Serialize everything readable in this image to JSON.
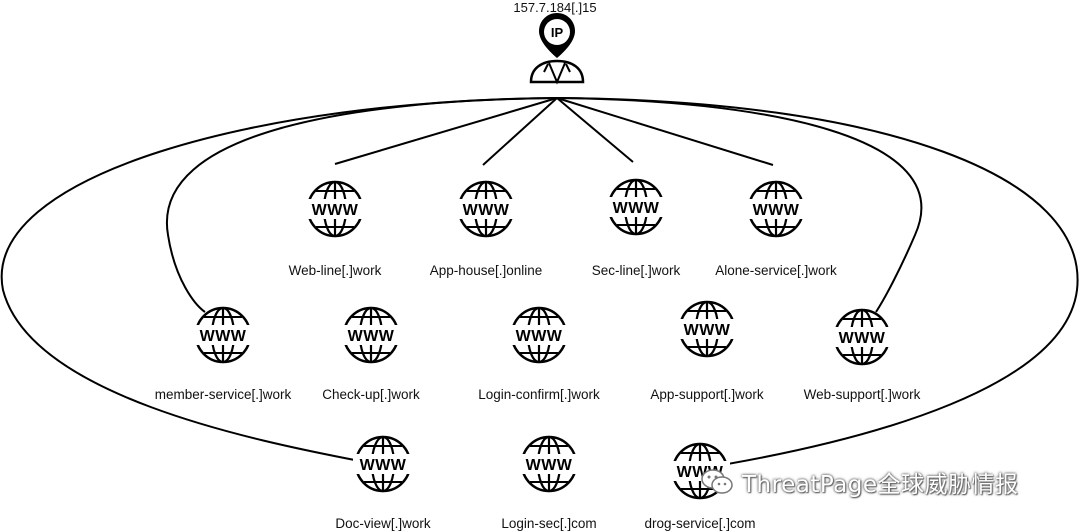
{
  "ip_node": {
    "label": "157.7.184[.]15",
    "icon": "ip-location-person-icon"
  },
  "domains": [
    {
      "label": "Web-line[.]work",
      "icon": "www-globe-icon"
    },
    {
      "label": "App-house[.]online",
      "icon": "www-globe-icon"
    },
    {
      "label": "Sec-line[.]work",
      "icon": "www-globe-icon"
    },
    {
      "label": "Alone-service[.]work",
      "icon": "www-globe-icon"
    },
    {
      "label": "member-service[.]work",
      "icon": "www-globe-icon"
    },
    {
      "label": "Check-up[.]work",
      "icon": "www-globe-icon"
    },
    {
      "label": "Login-confirm[.]work",
      "icon": "www-globe-icon"
    },
    {
      "label": "App-support[.]work",
      "icon": "www-globe-icon"
    },
    {
      "label": "Web-support[.]work",
      "icon": "www-globe-icon"
    },
    {
      "label": "Doc-view[.]work",
      "icon": "www-globe-icon"
    },
    {
      "label": "Login-sec[.]com",
      "icon": "www-globe-icon"
    },
    {
      "label": "drog-service[.]com",
      "icon": "www-globe-icon"
    }
  ],
  "globe_text": "WWW",
  "watermark": {
    "text": "ThreatPage全球威胁情报",
    "icon": "wechat-icon"
  }
}
